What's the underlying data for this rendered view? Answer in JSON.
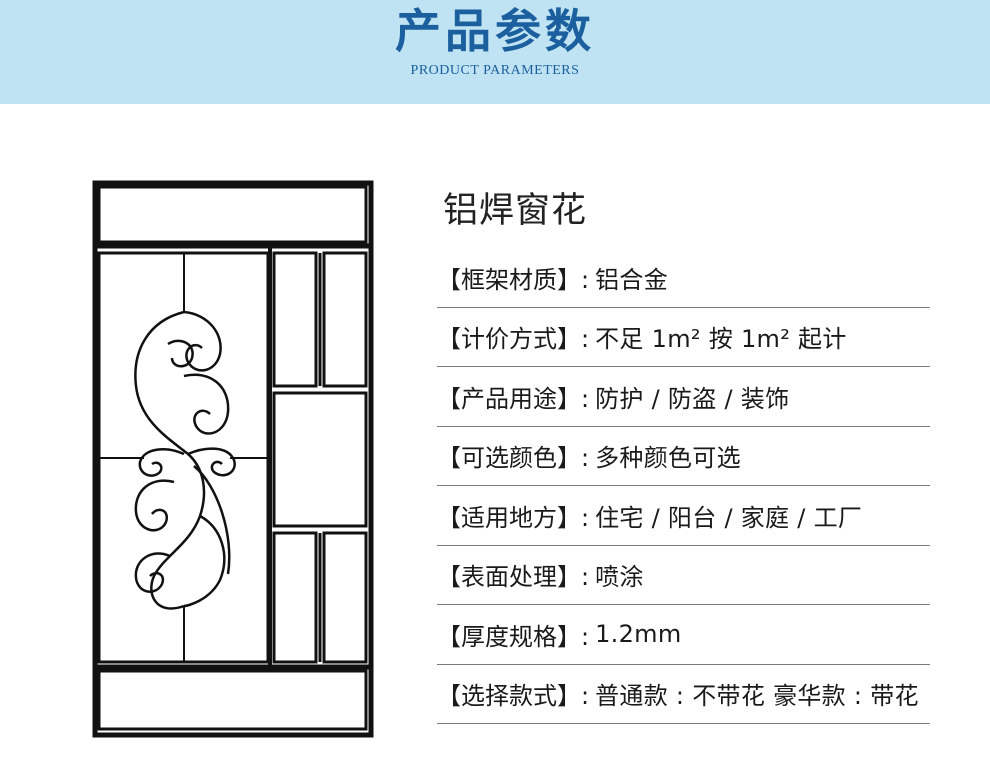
{
  "header": {
    "title": "产品参数",
    "subtitle": "PRODUCT  PARAMETERS"
  },
  "product": {
    "name": "铝焊窗花"
  },
  "specs": [
    {
      "label": "【框架材质】:",
      "value": "铝合金"
    },
    {
      "label": "【计价方式】:",
      "value": "不足 1m² 按 1m² 起计"
    },
    {
      "label": "【产品用途】:",
      "value": "防护 / 防盗 / 装饰"
    },
    {
      "label": "【可选颜色】:",
      "value": "多种颜色可选"
    },
    {
      "label": "【适用地方】:",
      "value": "住宅 / 阳台 / 家庭 / 工厂"
    },
    {
      "label": "【表面处理】:",
      "value": "喷涂"
    },
    {
      "label": "【厚度规格】:",
      "value": "1.2mm"
    },
    {
      "label": "【选择款式】:",
      "value": "普通款 : 不带花  豪华款 : 带花"
    }
  ],
  "colors": {
    "banner_bg": "#bfe3f2",
    "banner_text": "#1b5f9e",
    "frame": "#111111"
  },
  "image": {
    "icon": "window-grille-illustration"
  }
}
